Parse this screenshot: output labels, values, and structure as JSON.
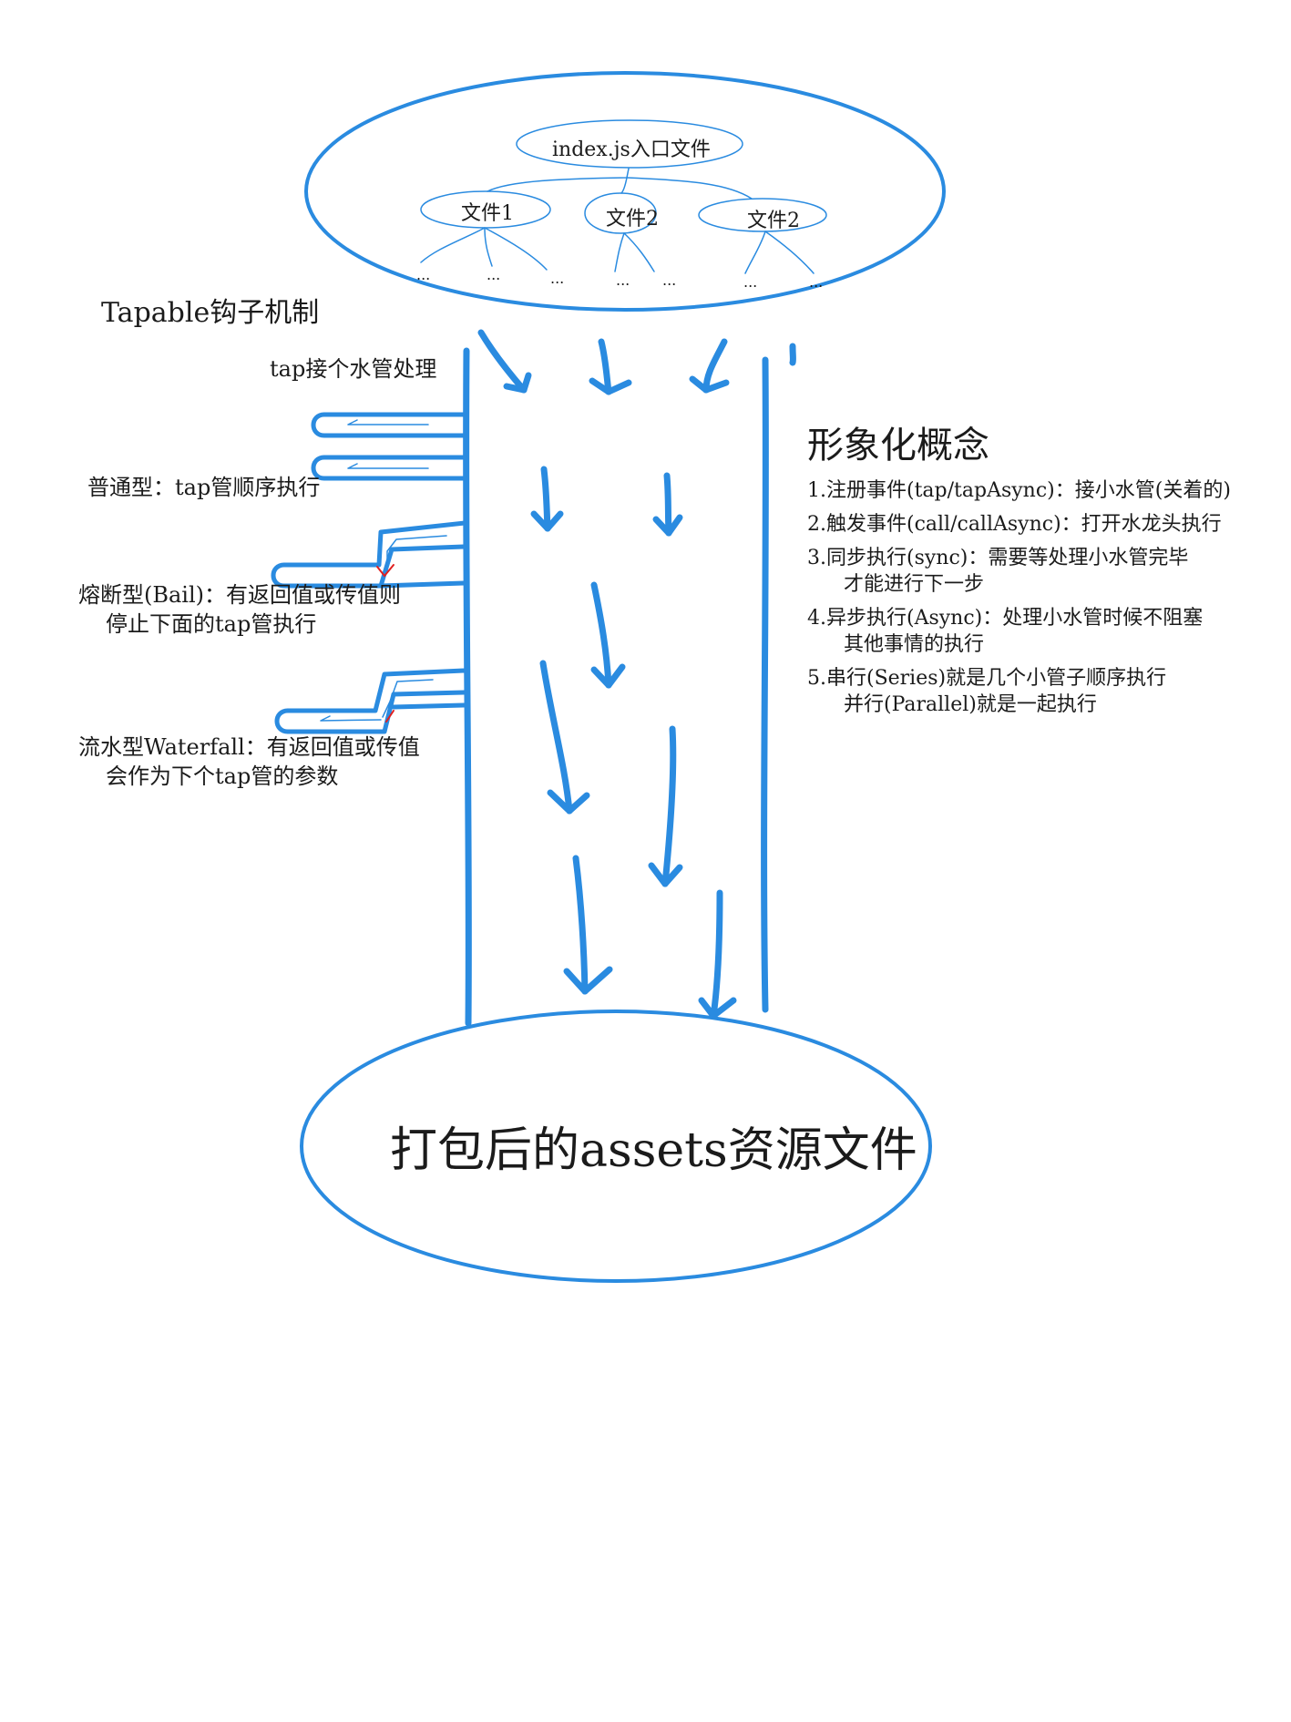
{
  "diagram": {
    "top": {
      "root": "index.js入口文件",
      "children": [
        "文件1",
        "文件2",
        "文件2"
      ],
      "ellipsis": "..."
    },
    "title": "Tapable钩子机制",
    "tap_label": "tap接个水管处理",
    "types": {
      "normal": "普通型：tap管顺序执行",
      "bail_line1": "熔断型(Bail)：有返回值或传值则",
      "bail_line2": "停止下面的tap管执行",
      "waterfall_line1": "流水型Waterfall：有返回值或传值",
      "waterfall_line2": "会作为下个tap管的参数"
    },
    "concepts": {
      "title": "形象化概念",
      "items": [
        "1.注册事件(tap/tapAsync)：接小水管(关着的)",
        "2.触发事件(call/callAsync)：打开水龙头执行",
        "3.同步执行(sync)：需要等处理小水管完毕",
        "才能进行下一步",
        "4.异步执行(Async)：处理小水管时候不阻塞",
        "其他事情的执行",
        "5.串行(Series)就是几个小管子顺序执行",
        "并行(Parallel)就是一起执行"
      ]
    },
    "bottom": "打包后的assets资源文件",
    "colors": {
      "stroke": "#2a8be0",
      "text": "#1b1b1b",
      "stop_mark": "#e02020"
    }
  }
}
